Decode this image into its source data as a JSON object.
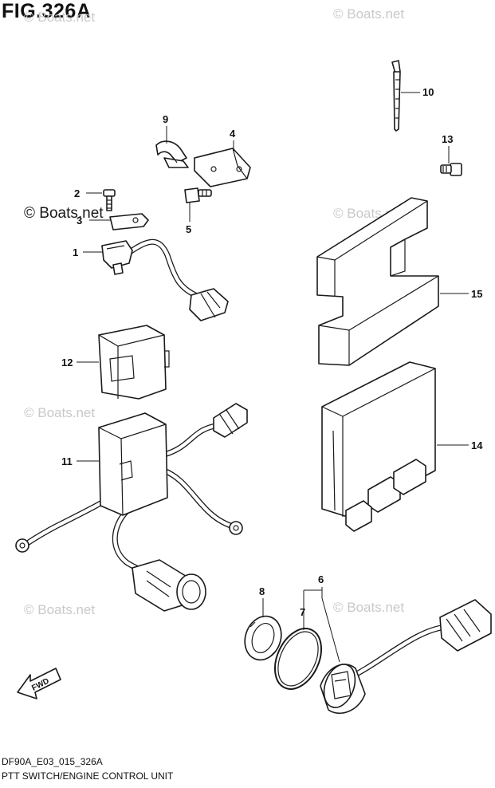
{
  "figure": {
    "title": "FIG.326A",
    "code": "DF90A_E03_015_326A",
    "caption": "PTT SWITCH/ENGINE CONTROL UNIT"
  },
  "watermarks": {
    "light": "© Boats.net",
    "dark": "© Boats.net"
  },
  "callouts": {
    "c1": "1",
    "c2": "2",
    "c3": "3",
    "c4": "4",
    "c5": "5",
    "c6": "6",
    "c7": "7",
    "c8": "8",
    "c9": "9",
    "c10": "10",
    "c11": "11",
    "c12": "12",
    "c13": "13",
    "c14": "14",
    "c15": "15"
  },
  "direction_arrow": {
    "label": "FWD"
  }
}
